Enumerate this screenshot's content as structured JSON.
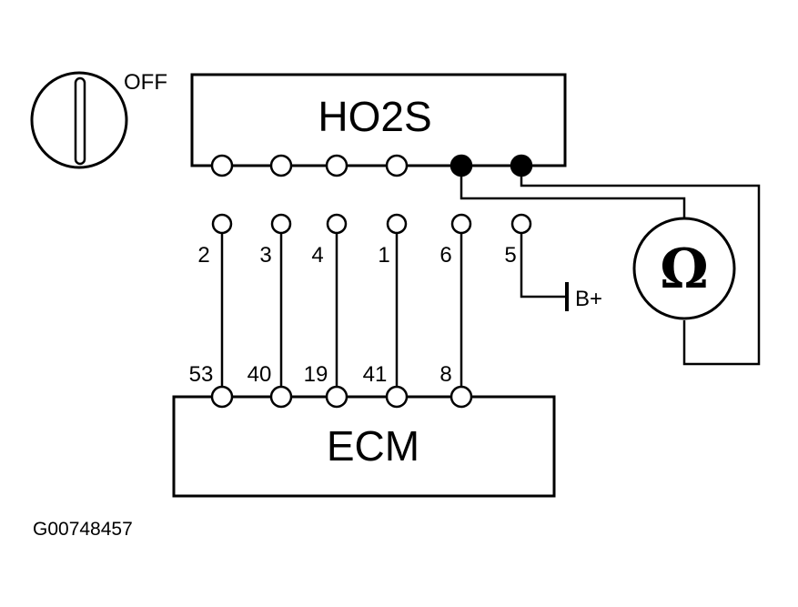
{
  "ignition": {
    "state_label": "OFF"
  },
  "sensor": {
    "label": "HO2S"
  },
  "ecm": {
    "label": "ECM"
  },
  "connector_pins": [
    "2",
    "3",
    "4",
    "1",
    "6",
    "5"
  ],
  "ecm_pins": [
    "53",
    "40",
    "19",
    "41",
    "8"
  ],
  "battery": {
    "label": "B+"
  },
  "ohmmeter": {
    "symbol": "Ω"
  },
  "figure_code": "G00748457"
}
